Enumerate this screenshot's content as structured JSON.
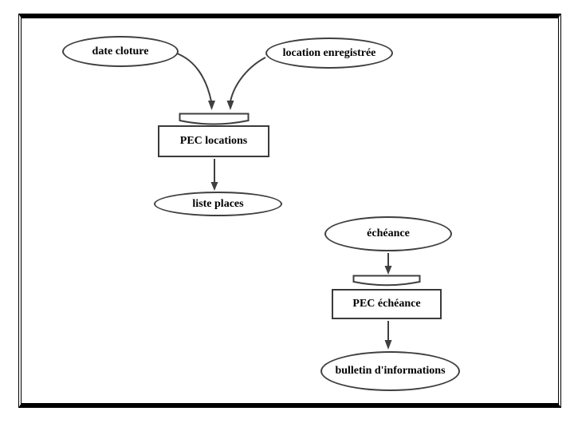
{
  "diagram": {
    "kind": "event-process flow diagram",
    "language": "fr",
    "nodes": {
      "date_cloture": {
        "label": "date cloture",
        "shape": "ellipse"
      },
      "location_enregistree": {
        "label": "location enregistrée",
        "shape": "ellipse"
      },
      "pec_locations": {
        "label": "PEC locations",
        "shape": "rectangle"
      },
      "liste_places": {
        "label": "liste places",
        "shape": "ellipse"
      },
      "echeance": {
        "label": "échéance",
        "shape": "ellipse"
      },
      "pec_echeance": {
        "label": "PEC échéance",
        "shape": "rectangle"
      },
      "bulletin_informations": {
        "label": "bulletin d'informations",
        "shape": "ellipse"
      }
    },
    "edges": [
      {
        "from": "date cloture",
        "to": "PEC locations",
        "via": "synchronization-bar"
      },
      {
        "from": "location enregistrée",
        "to": "PEC locations",
        "via": "synchronization-bar"
      },
      {
        "from": "PEC locations",
        "to": "liste places",
        "via": ""
      },
      {
        "from": "échéance",
        "to": "PEC échéance",
        "via": "synchronization-bar"
      },
      {
        "from": "PEC échéance",
        "to": "bulletin d'informations",
        "via": ""
      }
    ],
    "colors": {
      "stroke": "#3f3f3f",
      "text": "#000000",
      "frame": "#000000",
      "background": "#ffffff"
    }
  }
}
